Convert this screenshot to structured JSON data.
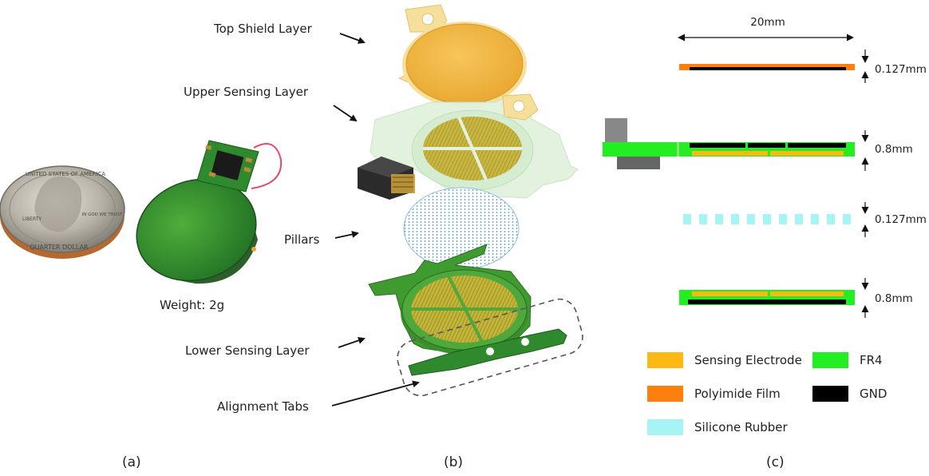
{
  "panel_a": {
    "caption": "(a)",
    "weight_label": "Weight: 2g",
    "coin_text_top": "UNITED STATES OF AMERICA",
    "coin_text_bottom": "QUARTER DOLLAR",
    "coin_text_left": "LIBERTY",
    "coin_text_right": "IN GOD WE TRUST"
  },
  "panel_b": {
    "caption": "(b)",
    "labels": {
      "top_shield": "Top Shield Layer",
      "upper_sensing": "Upper Sensing Layer",
      "pillars": "Pillars",
      "lower_sensing": "Lower Sensing Layer",
      "alignment_tabs": "Alignment Tabs"
    }
  },
  "panel_c": {
    "caption": "(c)",
    "width_label": "20mm",
    "thickness_labels": [
      "0.127mm",
      "0.8mm",
      "0.127mm",
      "0.8mm"
    ],
    "legend": [
      {
        "label": "Sensing Electrode",
        "color": "#FDB813"
      },
      {
        "label": "FR4",
        "color": "#22EE22"
      },
      {
        "label": "Polyimide Film",
        "color": "#FF7F0E"
      },
      {
        "label": "GND",
        "color": "#000000"
      },
      {
        "label": "Silicone Rubber",
        "color": "#A6F4F4"
      }
    ]
  },
  "colors": {
    "electrode": "#FDB813",
    "fr4": "#22EE22",
    "polyimide": "#FF7F0E",
    "gnd": "#000000",
    "silicone": "#A6F4F4",
    "shield_gold": "#F2B43C",
    "pcb_green": "#3F9A2F",
    "gold_trace": "#D8B035",
    "pillar_blue": "#5BA6D9",
    "transparent_layer": "#DCEFD9"
  }
}
